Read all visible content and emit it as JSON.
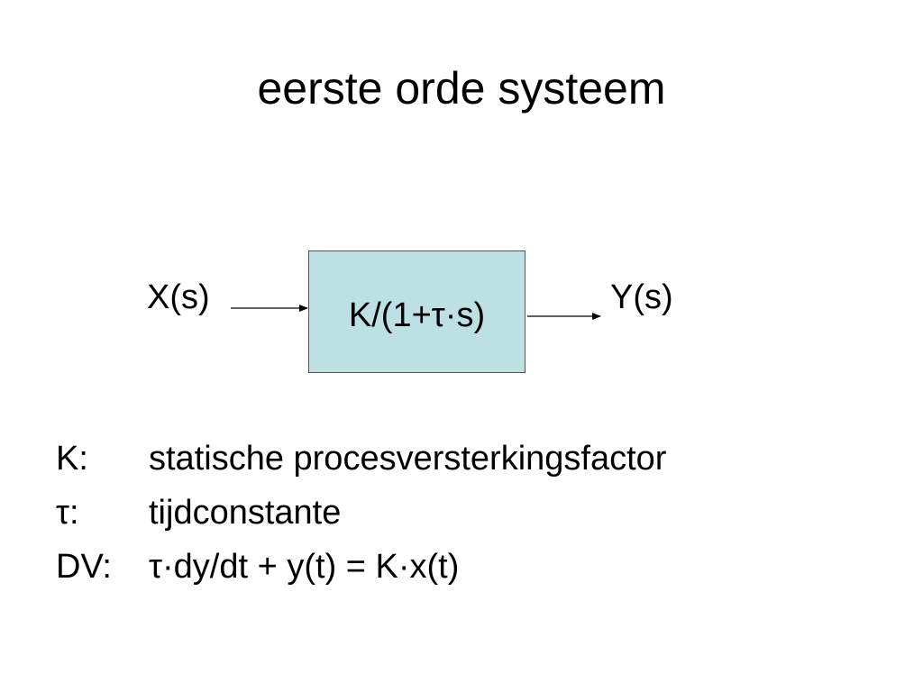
{
  "slide": {
    "title": "eerste orde systeem"
  },
  "block_diagram": {
    "input_label": "X(s)",
    "output_label": "Y(s)",
    "transfer_function": "K/(1+τ·s)",
    "block_fill": "#bde0e5",
    "block_border": "#555555"
  },
  "definitions": [
    {
      "symbol": "K:",
      "text": "statische procesversterkingsfactor"
    },
    {
      "symbol": "τ:",
      "text": "tijdconstante"
    },
    {
      "symbol": "DV:",
      "text": "τ·dy/dt + y(t) = K·x(t)"
    }
  ]
}
